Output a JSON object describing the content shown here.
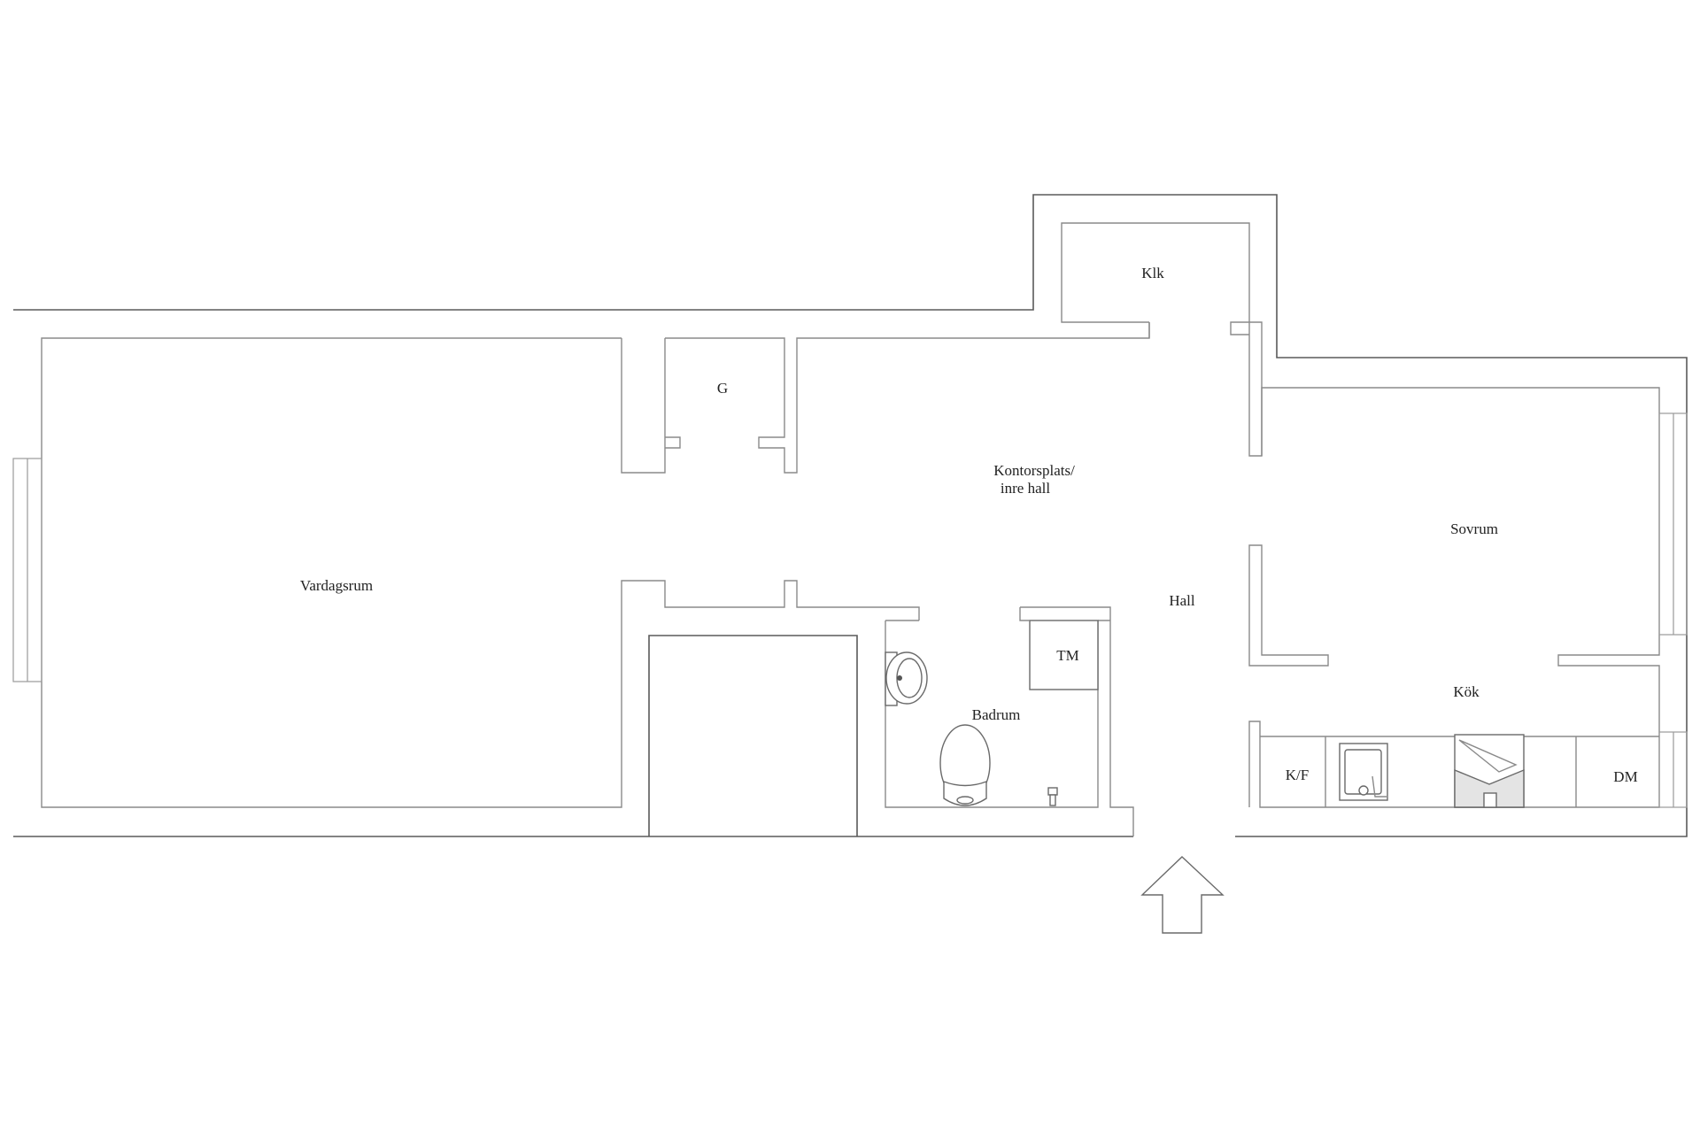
{
  "rooms": {
    "vardagsrum": "Vardagsrum",
    "g": "G",
    "klk": "Klk",
    "kontorsplats_line1": "Kontorsplats/",
    "kontorsplats_line2": "inre hall",
    "sovrum": "Sovrum",
    "hall": "Hall",
    "tm": "TM",
    "badrum": "Badrum",
    "kok": "Kök",
    "kf": "K/F",
    "dm": "DM"
  },
  "icons": {
    "entrance": "entrance-arrow-icon",
    "sink": "sink-icon",
    "toilet": "toilet-icon",
    "kitchen_sink": "kitchen-sink-icon",
    "stove": "stove-icon"
  },
  "colors": {
    "wall": "#5a5a5a",
    "background": "#ffffff"
  }
}
